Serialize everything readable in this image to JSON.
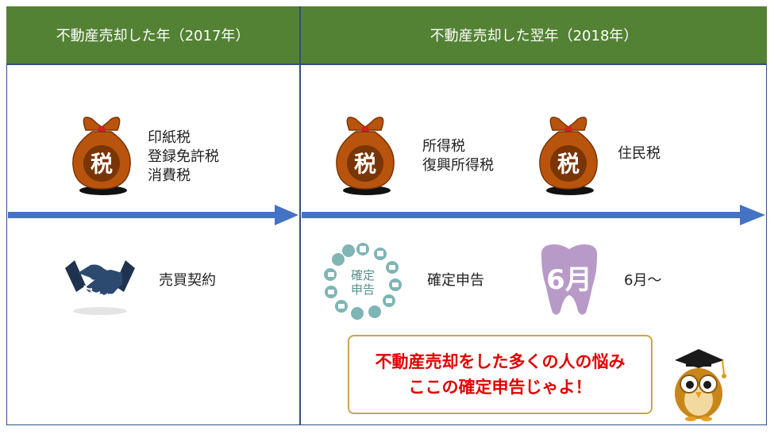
{
  "headers": {
    "left": "不動産売却した年（2017年）",
    "right": "不動産売却した翌年（2018年）"
  },
  "bag_label": "税",
  "left_taxes": [
    "印紙税",
    "登録免許税",
    "消費税"
  ],
  "right_taxes_1": [
    "所得税",
    "復興所得税"
  ],
  "right_taxes_2": [
    "住民税"
  ],
  "events": {
    "contract": "売買契約",
    "tax_return": "確定申告",
    "month": "6月〜"
  },
  "icon_texts": {
    "tax_return_center_line1": "確定",
    "tax_return_center_line2": "申告",
    "tooth_month": "6月"
  },
  "speech": {
    "line1": "不動産売却をした多くの人の悩み",
    "line2": "ここの確定申告じゃよ！"
  },
  "colors": {
    "header_bg": "#538234",
    "arrow": "#4472c4",
    "bag": "#b8540d",
    "accent_red": "#e10000",
    "tooth": "#b89ac8"
  }
}
